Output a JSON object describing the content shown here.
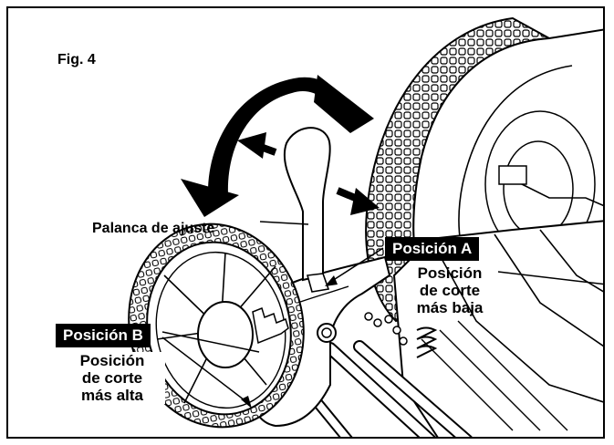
{
  "figure": {
    "label": "Fig. 4"
  },
  "callouts": {
    "lever": "Palanca de ajuste",
    "position_a": {
      "badge": "Posición A",
      "lines": [
        "Posición",
        "de corte",
        "más baja"
      ]
    },
    "position_b": {
      "badge": "Posición B",
      "lines": [
        "Posición",
        "de corte",
        "más alta"
      ]
    }
  }
}
